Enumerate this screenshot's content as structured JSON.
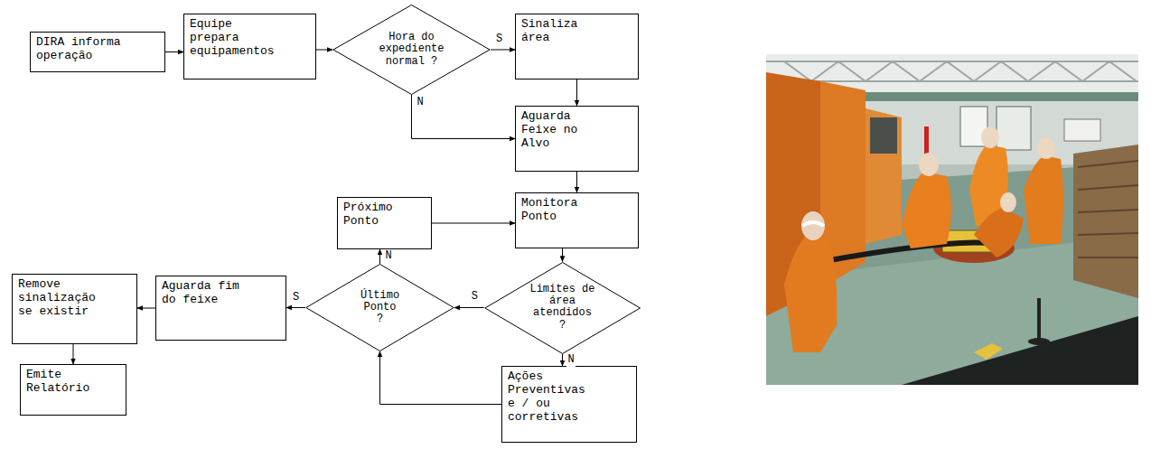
{
  "diagram": {
    "nodes": [
      {
        "text": [
          "DIRA informa operação"
        ]
      },
      {
        "text": [
          "Equipe prepara equipamentos"
        ]
      },
      {
        "text": [
          "Hora do expediente normal ?"
        ]
      },
      {
        "text": [
          "Sinaliza área"
        ]
      },
      {
        "text": [
          "Aguarda Feixe no Alvo"
        ]
      },
      {
        "text": [
          "Próximo Ponto"
        ]
      },
      {
        "text": [
          "Monitora Ponto"
        ]
      },
      {
        "text": [
          "Último Ponto ?"
        ]
      },
      {
        "text": [
          "Limites de área atendidos ?"
        ]
      },
      {
        "text": [
          "Aguarda fim do feixe"
        ]
      },
      {
        "text": [
          "Remove sinalização se existir"
        ]
      },
      {
        "text": [
          "Emite Relatório"
        ]
      },
      {
        "text": [
          "Ações Preventivas e / ou corretivas"
        ]
      }
    ],
    "edges": [
      {
        "from": 0,
        "to": 1,
        "arrow": "to"
      },
      {
        "from": 1,
        "to": 2,
        "arrow": "to"
      },
      {
        "from": 2,
        "to": 3,
        "arrow": "to",
        "label": "S"
      },
      {
        "from": 2,
        "to": 4,
        "arrow": "to",
        "label": "N"
      },
      {
        "from": 3,
        "to": 4,
        "arrow": "to"
      },
      {
        "from": 4,
        "to": 6,
        "arrow": "to"
      },
      {
        "from": 6,
        "to": 8,
        "arrow": "to"
      },
      {
        "from": 8,
        "to": 7,
        "arrow": "to",
        "label": "S"
      },
      {
        "from": 8,
        "to": 12,
        "arrow": "to",
        "label": "N"
      },
      {
        "from": 12,
        "to": 7,
        "arrow": "to"
      },
      {
        "from": 7,
        "to": 5,
        "arrow": "to",
        "label": "N"
      },
      {
        "from": 5,
        "to": 6,
        "arrow": "to"
      },
      {
        "from": 7,
        "to": 9,
        "arrow": "to",
        "label": "S"
      },
      {
        "from": 9,
        "to": 10,
        "arrow": "to"
      },
      {
        "from": 10,
        "to": 11,
        "arrow": "to"
      }
    ]
  }
}
